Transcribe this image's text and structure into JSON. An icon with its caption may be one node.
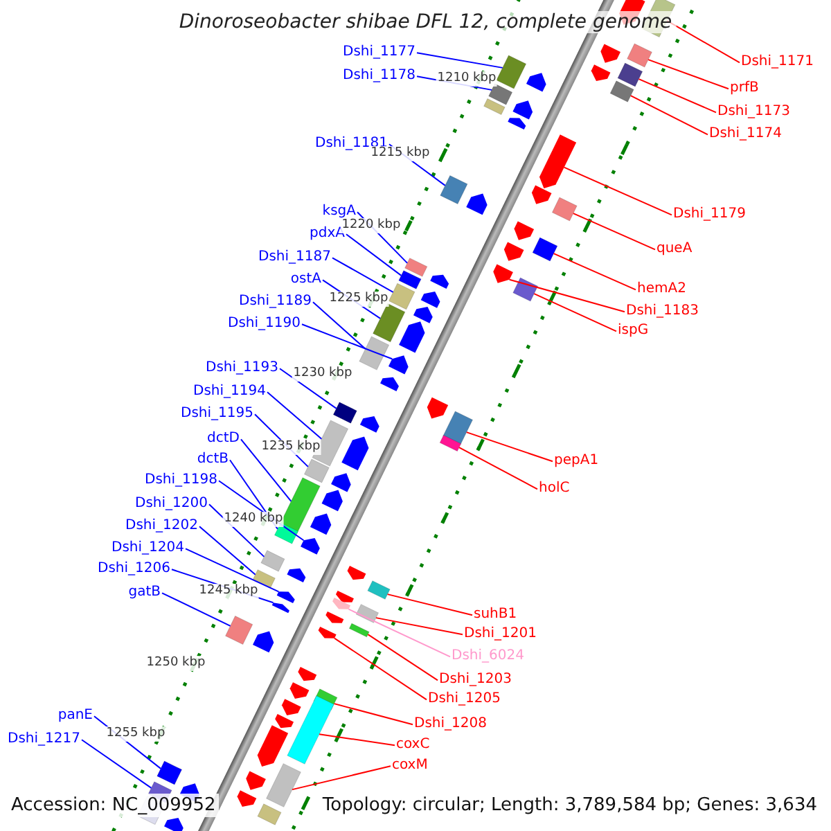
{
  "diagram": {
    "title": "Dinoroseobacter shibae DFL 12, complete genome",
    "nodes": [
      {
        "text": [
          "Dshi_1177"
        ]
      },
      {
        "text": [
          "Dshi_1178"
        ]
      },
      {
        "text": [
          "Dshi_1181"
        ]
      },
      {
        "text": [
          "ksgA"
        ]
      },
      {
        "text": [
          "pdxA"
        ]
      },
      {
        "text": [
          "Dshi_1187"
        ]
      },
      {
        "text": [
          "ostA"
        ]
      },
      {
        "text": [
          "Dshi_1189"
        ]
      },
      {
        "text": [
          "Dshi_1190"
        ]
      },
      {
        "text": [
          "Dshi_1193"
        ]
      },
      {
        "text": [
          "Dshi_1194"
        ]
      },
      {
        "text": [
          "Dshi_1195"
        ]
      },
      {
        "text": [
          "dctD"
        ]
      },
      {
        "text": [
          "dctB"
        ]
      },
      {
        "text": [
          "Dshi_1198"
        ]
      },
      {
        "text": [
          "Dshi_1200"
        ]
      },
      {
        "text": [
          "Dshi_1202"
        ]
      },
      {
        "text": [
          "Dshi_1204"
        ]
      },
      {
        "text": [
          "Dshi_1206"
        ]
      },
      {
        "text": [
          "gatB"
        ]
      },
      {
        "text": [
          "panE"
        ]
      },
      {
        "text": [
          "Dshi_1217"
        ]
      },
      {
        "text": [
          "Dshi_1171"
        ]
      },
      {
        "text": [
          "prfB"
        ]
      },
      {
        "text": [
          "Dshi_1173"
        ]
      },
      {
        "text": [
          "Dshi_1174"
        ]
      },
      {
        "text": [
          "Dshi_1179"
        ]
      },
      {
        "text": [
          "queA"
        ]
      },
      {
        "text": [
          "hemA2"
        ]
      },
      {
        "text": [
          "Dshi_1183"
        ]
      },
      {
        "text": [
          "ispG"
        ]
      },
      {
        "text": [
          "pepA1"
        ]
      },
      {
        "text": [
          "holC"
        ]
      },
      {
        "text": [
          "suhB1"
        ]
      },
      {
        "text": [
          "Dshi_1201"
        ]
      },
      {
        "text": [
          "Dshi_6024"
        ]
      },
      {
        "text": [
          "Dshi_1203"
        ]
      },
      {
        "text": [
          "Dshi_1205"
        ]
      },
      {
        "text": [
          "Dshi_1208"
        ]
      },
      {
        "text": [
          "coxC"
        ]
      },
      {
        "text": [
          "coxM"
        ]
      },
      {
        "text": [],
        "shape": "bar"
      },
      {
        "text": [],
        "shape": "bar"
      },
      {
        "text": [],
        "shape": "bar"
      },
      {
        "text": [],
        "shape": "bar"
      },
      {
        "text": [],
        "shape": "bar"
      },
      {
        "text": [],
        "shape": "bar"
      },
      {
        "text": [],
        "shape": "bar"
      },
      {
        "text": [],
        "shape": "bar"
      },
      {
        "text": [],
        "shape": "bar"
      },
      {
        "text": [],
        "shape": "bar"
      },
      {
        "text": [],
        "shape": "bar"
      },
      {
        "text": [],
        "shape": "bar"
      },
      {
        "text": [],
        "shape": "bar"
      },
      {
        "text": [],
        "shape": "bar"
      },
      {
        "text": [],
        "shape": "bar"
      },
      {
        "text": [],
        "shape": "bar"
      },
      {
        "text": [],
        "shape": "bar"
      },
      {
        "text": [],
        "shape": "bar"
      },
      {
        "text": [],
        "shape": "bar"
      },
      {
        "text": [],
        "shape": "bar"
      },
      {
        "text": [],
        "shape": "bar"
      },
      {
        "text": [],
        "shape": "bar"
      },
      {
        "text": [],
        "shape": "bar"
      },
      {
        "text": [],
        "shape": "bar"
      },
      {
        "text": [],
        "shape": "bar"
      },
      {
        "text": [],
        "shape": "bar"
      },
      {
        "text": [],
        "shape": "bar"
      },
      {
        "text": [],
        "shape": "bar"
      },
      {
        "text": [],
        "shape": "bar"
      },
      {
        "text": [],
        "shape": "bar"
      },
      {
        "text": [],
        "shape": "bar"
      },
      {
        "text": [],
        "shape": "bar"
      },
      {
        "text": [],
        "shape": "bar"
      },
      {
        "text": [],
        "shape": "bar"
      },
      {
        "text": [],
        "shape": "bar"
      },
      {
        "text": [],
        "shape": "bar"
      },
      {
        "text": [],
        "shape": "bar"
      },
      {
        "text": [],
        "shape": "bar"
      },
      {
        "text": [],
        "shape": "bar"
      },
      {
        "text": [],
        "shape": "bar"
      },
      {
        "text": [],
        "shape": "bar"
      },
      {
        "text": [],
        "shape": "bar"
      },
      {
        "text": [],
        "shape": "bar"
      },
      {
        "text": [],
        "shape": "bar"
      },
      {
        "text": [],
        "shape": "bar"
      },
      {
        "text": [],
        "shape": "bar"
      },
      {
        "text": [],
        "shape": "bar"
      },
      {
        "text": [],
        "shape": "bar"
      },
      {
        "text": [],
        "shape": "bar"
      },
      {
        "text": [],
        "shape": "bar"
      },
      {
        "text": [],
        "shape": "bar"
      },
      {
        "text": [],
        "shape": "bar"
      },
      {
        "text": [],
        "shape": "bar"
      },
      {
        "text": [],
        "shape": "bar"
      },
      {
        "text": [],
        "shape": "bar"
      },
      {
        "text": [],
        "shape": "bar"
      },
      {
        "text": [],
        "shape": "bar"
      },
      {
        "text": [],
        "shape": "bar"
      },
      {
        "text": [],
        "shape": "bar"
      },
      {
        "text": [],
        "shape": "bar"
      },
      {
        "text": [],
        "shape": "bar"
      },
      {
        "text": [],
        "shape": "bar"
      },
      {
        "text": [],
        "shape": "bar"
      },
      {
        "text": [],
        "shape": "bar"
      },
      {
        "text": [],
        "shape": "bar"
      },
      {
        "text": [],
        "shape": "bar"
      },
      {
        "text": [],
        "shape": "bar"
      },
      {
        "text": [],
        "shape": "bar"
      },
      {
        "text": [],
        "shape": "bar"
      },
      {
        "text": [],
        "shape": "bar"
      },
      {
        "text": [],
        "shape": "bar"
      },
      {
        "text": [],
        "shape": "bar"
      },
      {
        "text": [],
        "shape": "bar"
      },
      {
        "text": [],
        "shape": "bar"
      },
      {
        "text": [],
        "shape": "bar"
      },
      {
        "text": [],
        "shape": "bar"
      },
      {
        "text": [],
        "shape": "bar"
      },
      {
        "text": [],
        "shape": "bar"
      },
      {
        "text": [],
        "shape": "bar"
      }
    ],
    "edges": [
      {
        "from": 0,
        "to": 41,
        "arrow": "none"
      },
      {
        "from": 1,
        "to": 42,
        "arrow": "none"
      },
      {
        "from": 2,
        "to": 43,
        "arrow": "none"
      },
      {
        "from": 3,
        "to": 44,
        "arrow": "none"
      },
      {
        "from": 4,
        "to": 45,
        "arrow": "none"
      },
      {
        "from": 5,
        "to": 46,
        "arrow": "none"
      },
      {
        "from": 6,
        "to": 47,
        "arrow": "none"
      },
      {
        "from": 7,
        "to": 48,
        "arrow": "none"
      },
      {
        "from": 8,
        "to": 49,
        "arrow": "none"
      },
      {
        "from": 9,
        "to": 50,
        "arrow": "none"
      },
      {
        "from": 10,
        "to": 51,
        "arrow": "none"
      },
      {
        "from": 11,
        "to": 52,
        "arrow": "none"
      },
      {
        "from": 12,
        "to": 53,
        "arrow": "none"
      },
      {
        "from": 13,
        "to": 54,
        "arrow": "none"
      },
      {
        "from": 14,
        "to": 55,
        "arrow": "none"
      },
      {
        "from": 15,
        "to": 56,
        "arrow": "none"
      },
      {
        "from": 16,
        "to": 57,
        "arrow": "none"
      },
      {
        "from": 17,
        "to": 58,
        "arrow": "none"
      },
      {
        "from": 18,
        "to": 59,
        "arrow": "none"
      },
      {
        "from": 19,
        "to": 60,
        "arrow": "none"
      },
      {
        "from": 20,
        "to": 61,
        "arrow": "none"
      },
      {
        "from": 21,
        "to": 62,
        "arrow": "none"
      },
      {
        "from": 22,
        "to": 63,
        "arrow": "none",
        "color": "#ff0000"
      },
      {
        "from": 23,
        "to": 64,
        "arrow": "none",
        "color": "#ff0000"
      },
      {
        "from": 24,
        "to": 65,
        "arrow": "none",
        "color": "#ff0000"
      },
      {
        "from": 25,
        "to": 66,
        "arrow": "none",
        "color": "#ff0000"
      },
      {
        "from": 26,
        "to": 67,
        "arrow": "none",
        "color": "#ff0000"
      },
      {
        "from": 27,
        "to": 68,
        "arrow": "none",
        "color": "#ff0000"
      },
      {
        "from": 28,
        "to": 69,
        "arrow": "none",
        "color": "#ff0000"
      },
      {
        "from": 29,
        "to": 70,
        "arrow": "none",
        "color": "#ff0000"
      },
      {
        "from": 30,
        "to": 71,
        "arrow": "none",
        "color": "#ff0000"
      },
      {
        "from": 31,
        "to": 72,
        "arrow": "none",
        "color": "#ff0000"
      },
      {
        "from": 32,
        "to": 73,
        "arrow": "none",
        "color": "#ff0000"
      },
      {
        "from": 33,
        "to": 74,
        "arrow": "none",
        "color": "#ff0000"
      },
      {
        "from": 34,
        "to": 75,
        "arrow": "none",
        "color": "#ff0000"
      },
      {
        "from": 35,
        "to": 76,
        "arrow": "none",
        "color": "#ff99cc"
      },
      {
        "from": 36,
        "to": 77,
        "arrow": "none",
        "color": "#ff0000"
      },
      {
        "from": 37,
        "to": 78,
        "arrow": "none",
        "color": "#ff0000"
      },
      {
        "from": 38,
        "to": 79,
        "arrow": "none",
        "color": "#ff0000"
      },
      {
        "from": 39,
        "to": 80,
        "arrow": "none",
        "color": "#ff0000"
      },
      {
        "from": 40,
        "to": 81,
        "arrow": "none",
        "color": "#ff0000"
      }
    ],
    "labels": [
      "1210 kbp",
      "1215 kbp",
      "1220 kbp",
      "1225 kbp",
      "1230 kbp",
      "1235 kbp",
      "1240 kbp",
      "1245 kbp",
      "1250 kbp",
      "1255 kbp",
      "Accession: NC_009952",
      "Topology: circular; Length: 3,789,584 bp; Genes: 3,634"
    ]
  }
}
